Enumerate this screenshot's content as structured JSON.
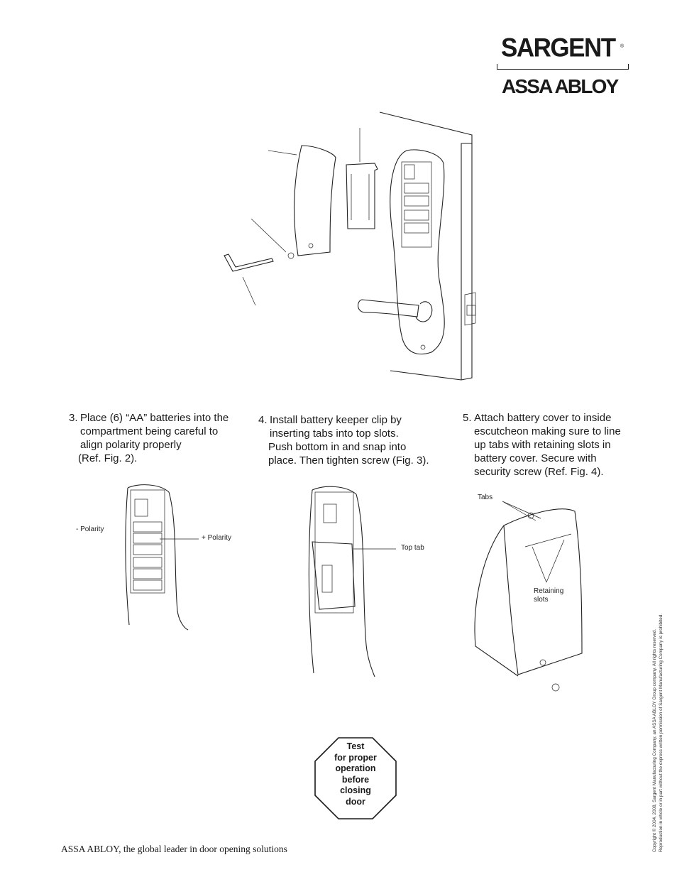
{
  "brand": {
    "sargent": "SARGENT",
    "registered": "®",
    "parent": "ASSA ABLOY"
  },
  "steps": [
    {
      "number": "3.",
      "lines": [
        "Place (6) “AA” batteries into the",
        "compartment being careful to",
        "align polarity properly",
        "(Ref. Fig. 2)."
      ]
    },
    {
      "number": "4.",
      "lines": [
        "Install battery keeper clip by",
        "inserting tabs into top slots.",
        "Push bottom in and snap into",
        "place. Then tighten screw (Fig. 3)."
      ]
    },
    {
      "number": "5.",
      "lines": [
        "Attach battery cover to inside",
        "escutcheon making sure to line",
        "up tabs with retaining slots in",
        "battery cover. Secure with",
        "security screw (Ref. Fig. 4)."
      ]
    }
  ],
  "callouts": {
    "neg_polarity": "- Polarity",
    "pos_polarity": "+ Polarity",
    "top_tab": "Top tab",
    "tabs": "Tabs",
    "retaining_slots_1": "Retaining",
    "retaining_slots_2": "slots"
  },
  "stop_sign": [
    "Test",
    "for proper",
    "operation",
    "before",
    "closing",
    "door"
  ],
  "footer": {
    "tagline": "ASSA ABLOY, the global leader in door opening solutions",
    "copyright_1": "Copyright © 2004, 2008, Sargent Manufacturing Company, an ASSA ABLOY Group company. All rights reserved.",
    "copyright_2": "Reproduction in whole or in part without the express written permission of Sargent Manufacturing Company is prohibited."
  }
}
